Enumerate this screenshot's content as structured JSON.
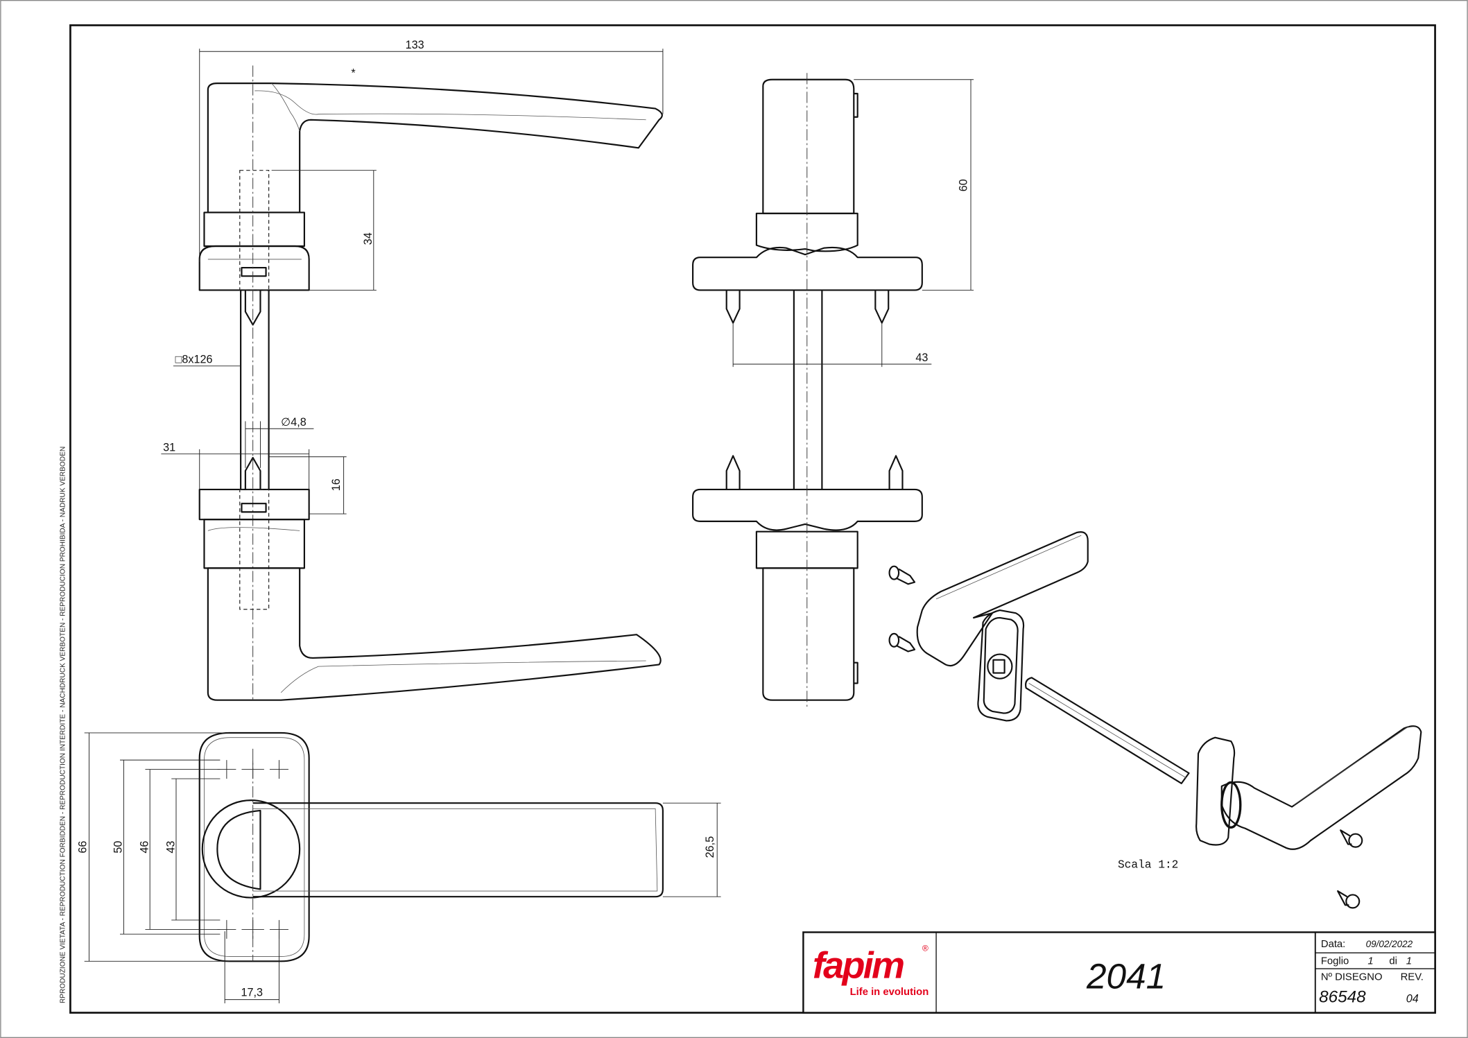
{
  "side_notice": "RPRODUZIONE VIETATA - REPRODUCTION FORBIDDEN - REPRODUCTION INTERDITE - NACHDRUCK VERBOTEN - REPRODUCION PROHIBIDA - NADRUK VERBODEN",
  "dimensions": {
    "overall_length": "133",
    "rose_height": "34",
    "side_height": "60",
    "pin_spacing": "43",
    "spindle": "□8x126",
    "hole_diameter": "∅4,8",
    "rose_width": "31",
    "rose_thickness": "16",
    "plate_height": "66",
    "hole_spacing_outer": "50",
    "hole_spacing_mid": "46",
    "hole_spacing_inner": "43",
    "lever_width": "26,5",
    "hole_offset": "17,3"
  },
  "scale_label": "Scala 1:2",
  "title_block": {
    "brand": "fapim",
    "registered": "®",
    "tagline": "Life in evolution",
    "title": "2041",
    "date_label": "Data:",
    "date_value": "09/02/2022",
    "sheet_label": "Foglio",
    "sheet_value": "1",
    "sheet_of": "di",
    "sheet_total": "1",
    "drawing_no_label": "Nº DISEGNO",
    "rev_label": "REV.",
    "drawing_no": "86548",
    "rev": "04"
  },
  "colors": {
    "brand_red": "#e3001b",
    "line": "#111111"
  }
}
